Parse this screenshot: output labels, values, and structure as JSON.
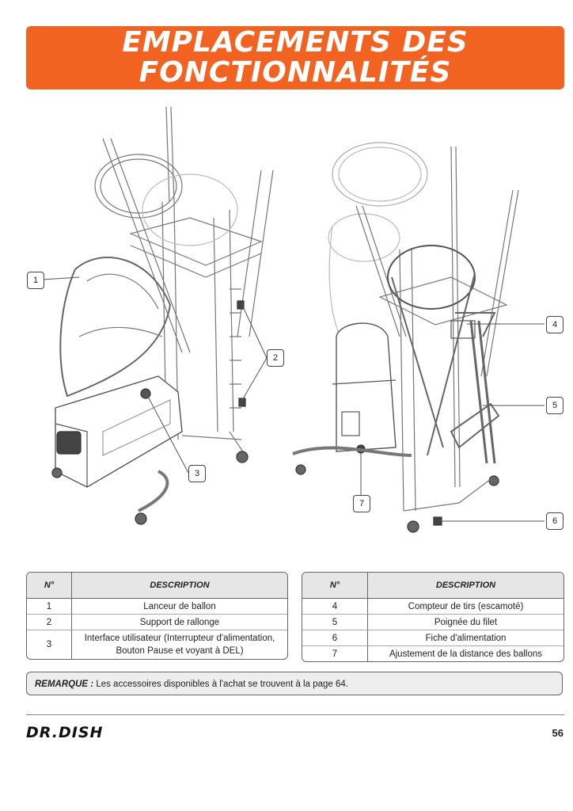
{
  "title": {
    "line1": "EMPLACEMENTS DES",
    "line2": "FONCTIONNALITÉS"
  },
  "callouts": [
    "1",
    "2",
    "3",
    "4",
    "5",
    "6",
    "7"
  ],
  "table_left": {
    "headers": [
      "N°",
      "DESCRIPTION"
    ],
    "rows": [
      {
        "num": "1",
        "desc": "Lanceur de ballon"
      },
      {
        "num": "2",
        "desc": "Support de rallonge"
      },
      {
        "num": "3",
        "desc": "Interface utilisateur (Interrupteur d'alimentation,\nBouton Pause et voyant à DEL)"
      }
    ]
  },
  "table_right": {
    "headers": [
      "N°",
      "DESCRIPTION"
    ],
    "rows": [
      {
        "num": "4",
        "desc": "Compteur de tirs (escamoté)"
      },
      {
        "num": "5",
        "desc": "Poignée du filet"
      },
      {
        "num": "6",
        "desc": "Fiche d'alimentation"
      },
      {
        "num": "7",
        "desc": "Ajustement de la distance des ballons"
      }
    ]
  },
  "note": {
    "label": "REMARQUE :",
    "text": " Les accessoires disponibles à l'achat se trouvent à la page 64."
  },
  "footer": {
    "logo": "DR.DISH",
    "page": "56"
  },
  "colors": {
    "accent": "#f26322",
    "line": "#555555",
    "header_bg": "#e6e6e6"
  }
}
